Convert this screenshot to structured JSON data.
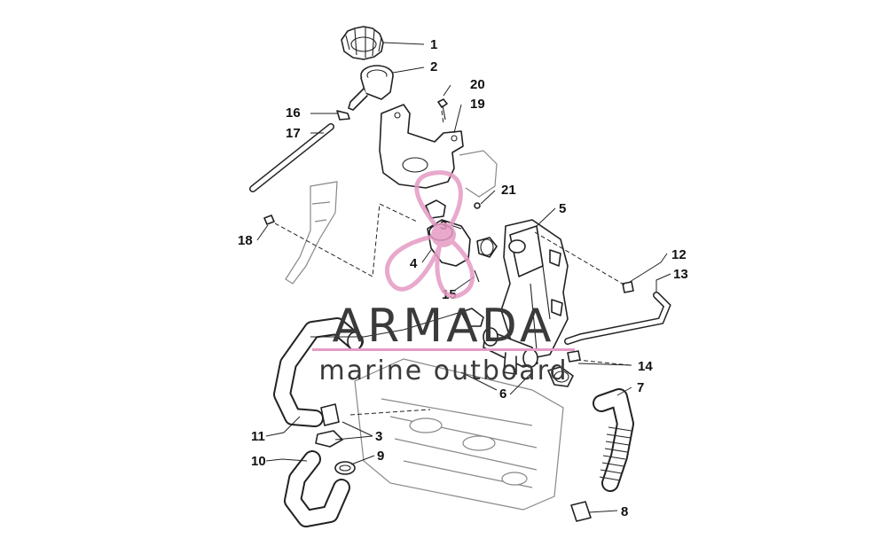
{
  "watermark": {
    "brand": "ARMADA",
    "tagline": "marine outboard",
    "logo_icon": "propeller-logo-icon",
    "colors": {
      "brand_text": "#3a3a3a",
      "logo": "#e59bc4",
      "rule": "#e59bc4"
    }
  },
  "callouts": [
    {
      "id": "c1",
      "text": "1"
    },
    {
      "id": "c2",
      "text": "2"
    },
    {
      "id": "c20",
      "text": "20"
    },
    {
      "id": "c19",
      "text": "19"
    },
    {
      "id": "c16",
      "text": "16"
    },
    {
      "id": "c17",
      "text": "17"
    },
    {
      "id": "c21",
      "text": "21"
    },
    {
      "id": "c5",
      "text": "5"
    },
    {
      "id": "c3a",
      "text": "3"
    },
    {
      "id": "c18",
      "text": "18"
    },
    {
      "id": "c4",
      "text": "4"
    },
    {
      "id": "c15",
      "text": "15"
    },
    {
      "id": "c12",
      "text": "12"
    },
    {
      "id": "c13",
      "text": "13"
    },
    {
      "id": "c14",
      "text": "14"
    },
    {
      "id": "c6",
      "text": "6"
    },
    {
      "id": "c7",
      "text": "7"
    },
    {
      "id": "c11",
      "text": "11"
    },
    {
      "id": "c3b",
      "text": "3"
    },
    {
      "id": "c10",
      "text": "10"
    },
    {
      "id": "c9",
      "text": "9"
    },
    {
      "id": "c8",
      "text": "8"
    }
  ]
}
